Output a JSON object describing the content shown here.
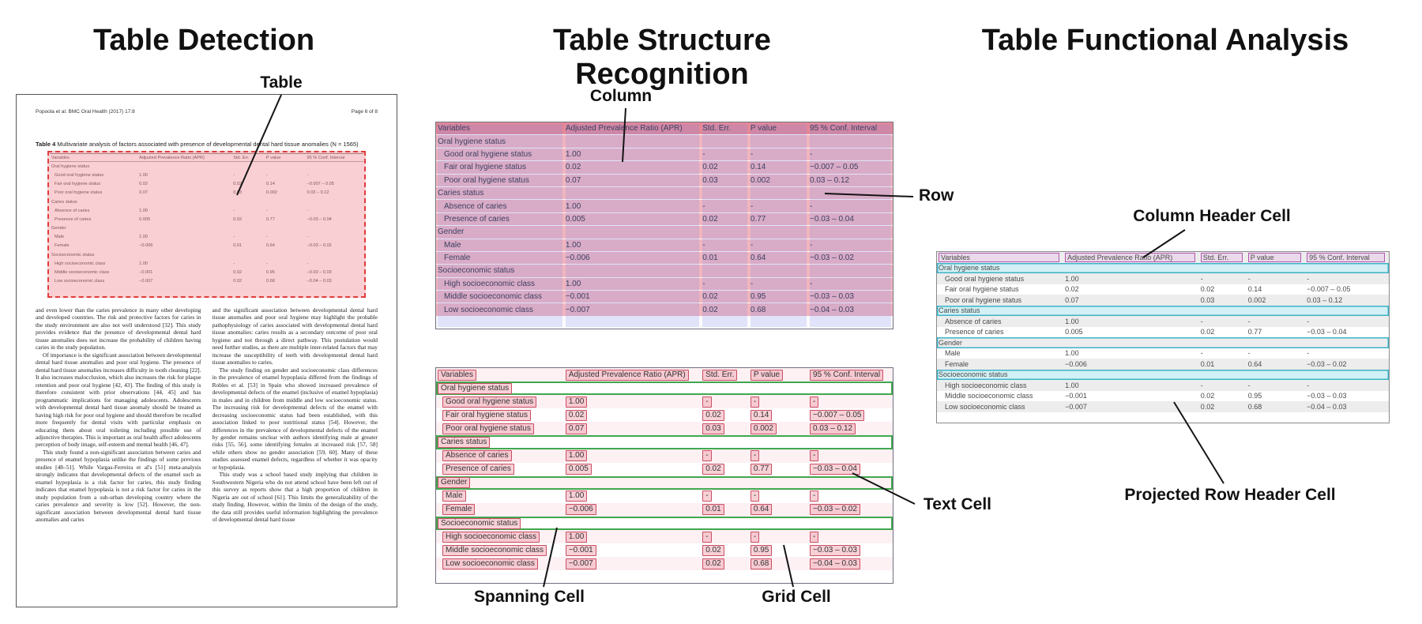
{
  "panels": {
    "detection": {
      "title": "Table Detection"
    },
    "structure": {
      "title": "Table Structure Recognition"
    },
    "functional": {
      "title": "Table Functional Analysis"
    }
  },
  "annotations": {
    "table": "Table",
    "column": "Column",
    "row": "Row",
    "spanning_cell": "Spanning Cell",
    "grid_cell": "Grid Cell",
    "text_cell": "Text Cell",
    "column_header_cell": "Column Header Cell",
    "projected_row_header_cell": "Projected Row Header Cell"
  },
  "document": {
    "header_left": "Popoola et al. BMC Oral Health  (2017) 17:8",
    "header_right": "Page 6 of 8",
    "caption_label": "Table 4",
    "caption_text": "Multivariate analysis of factors associated with presence of developmental dental hard tissue anomalies (N = 1565)",
    "columns": {
      "col1": [
        "and even lower than the caries prevalence in many other developing and developed countries. The risk and protective factors for caries in the study environment are also not well understood [32]. This study provides evidence that the presence of developmental dental hard tissue anomalies does not increase the probability of children having caries in the study population.",
        "Of importance is the significant association between developmental dental hard tissue anomalies and poor oral hygiene. The presence of dental hard tissue anomalies increases difficulty in tooth cleaning [22]. It also increases malocclusion, which also increases the risk for plaque retention and poor oral hygiene [42, 43]. The finding of this study is therefore consistent with prior observations [44, 45] and has programmatic implications for managing adolescents. Adolescents with developmental dental hard tissue anomaly should be treated as having high risk for poor oral hygiene and should therefore be recalled more frequently for dental visits with particular emphasis on educating them about oral toileting including possible use of adjunctive therapies. This is important as oral health affect adolescents perception of body image, self-esteem and mental health [46, 47].",
        "This study found a non-significant association between caries and presence of enamel hypoplasia unlike the findings of some previous studies [48–51]. While Vargas-Ferreira et al's [51] meta-analysis strongly indicates that developmental defects of the enamel such as enamel hypoplasia is a risk factor for caries, this study finding indicates that enamel hypoplasia is not a risk factor for caries in the study population from a sub-urban developing country where the caries prevalence and severity is low [52]. However, the non-significant association between developmental dental hard tissue anomalies and caries"
      ],
      "col2": [
        "and the significant association between developmental dental hard tissue anomalies and poor oral hygiene may highlight the probable pathophysiology of caries associated with developmental dental hard tissue anomalies: caries results as a secondary outcome of poor oral hygiene and not through a direct pathway. This postulation would need further studies, as there are multiple inter-related factors that may increase the susceptibility of teeth with developmental dental hard tissue anomalies to caries.",
        "The study finding on gender and socioeconomic class differences in the prevalence of enamel hypoplasia differed from the findings of Robles et al. [53] in Spain who showed increased prevalence of developmental defects of the enamel (inclusive of enamel hypoplasia) in males and in children from middle and low socioeconomic status. The increasing risk for developmental defects of the enamel with decreasing socioeconomic status had been established, with this association linked to poor nutritional status [54]. However, the differences in the prevalence of developmental defects of the enamel by gender remains unclear with authors identifying male at greater risks [55, 56], some identifying females at increased risk [57, 58] while others show no gender association [59, 60]. Many of these studies assessed enamel defects, regardless of whether it was opacity or hypoplasia.",
        "This study was a school based study implying that children in Southwestern Nigeria who do not attend school have been left out of this survey as reports show that a high proportion of children in Nigeria are out of school [61]. This limits the generalizability of the study finding. However, within the limits of the design of the study, the data still provides useful information highlighting the prevalence of developmental dental hard tissue"
      ]
    }
  },
  "table": {
    "headers": [
      "Variables",
      "Adjusted Prevalence Ratio (APR)",
      "Std. Err.",
      "P value",
      "95 % Conf. Interval"
    ],
    "rows": [
      {
        "type": "span",
        "label": "Oral hygiene status"
      },
      {
        "type": "data",
        "cells": [
          "Good oral hygiene status",
          "1.00",
          "-",
          "-",
          "-"
        ]
      },
      {
        "type": "data",
        "cells": [
          "Fair oral hygiene status",
          "0.02",
          "0.02",
          "0.14",
          "−0.007 – 0.05"
        ]
      },
      {
        "type": "data",
        "cells": [
          "Poor oral hygiene status",
          "0.07",
          "0.03",
          "0.002",
          "0.03 – 0.12"
        ]
      },
      {
        "type": "span",
        "label": "Caries status"
      },
      {
        "type": "data",
        "cells": [
          "Absence of caries",
          "1.00",
          "-",
          "-",
          "-"
        ]
      },
      {
        "type": "data",
        "cells": [
          "Presence of caries",
          "0.005",
          "0.02",
          "0.77",
          "−0.03 – 0.04"
        ]
      },
      {
        "type": "span",
        "label": "Gender"
      },
      {
        "type": "data",
        "cells": [
          "Male",
          "1.00",
          "-",
          "-",
          "-"
        ]
      },
      {
        "type": "data",
        "cells": [
          "Female",
          "−0.006",
          "0.01",
          "0.64",
          "−0.03 – 0.02"
        ]
      },
      {
        "type": "span",
        "label": "Socioeconomic status"
      },
      {
        "type": "data",
        "cells": [
          "High socioeconomic class",
          "1.00",
          "-",
          "-",
          "-"
        ]
      },
      {
        "type": "data",
        "cells": [
          "Middle socioeconomic class",
          "−0.001",
          "0.02",
          "0.95",
          "−0.03 – 0.03"
        ]
      },
      {
        "type": "data",
        "cells": [
          "Low socioeconomic class",
          "−0.007",
          "0.02",
          "0.68",
          "−0.04 – 0.03"
        ]
      }
    ]
  },
  "colors": {
    "row_highlight": "#e24e60",
    "column_highlight": "#7a88eb",
    "cell_box_border": "#c94f63",
    "cell_box_fill": "#f099a6",
    "spanning_cell_border": "#41a74f",
    "column_header_border": "#b457b4",
    "projected_row_header": "#3cb4c6",
    "detection_fill": "#f3949e",
    "detection_dashed_border": "#e03c3c",
    "annotation_line": "#141414"
  }
}
